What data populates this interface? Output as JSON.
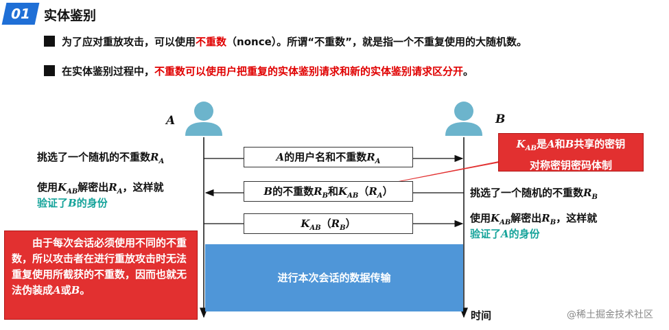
{
  "header": {
    "number": "01",
    "title": "实体鉴别"
  },
  "bullets": [
    {
      "pre": "为了应对重放攻击，可以使用",
      "red": "不重数",
      "post": "（nonce）。所谓“不重数”，就是指一个不重复使用的大随机数。"
    },
    {
      "pre": "在实体鉴别过程中，",
      "red": "不重数可以使用户把重复的实体鉴别请求和新的实体鉴别请求区分开",
      "post": "。"
    }
  ],
  "parties": {
    "a": "A",
    "b": "B"
  },
  "left_notes": {
    "note1_pre": "挑选了一个随机的不重数",
    "note1_var": "R",
    "note1_sub": "A",
    "note2_pre": "使用",
    "note2_key": "K",
    "note2_key_sub": "AB",
    "note2_mid": "解密出",
    "note2_var": "R",
    "note2_var_sub": "A",
    "note2_post": "，这样就",
    "note2_teal_pre": "验证了",
    "note2_teal_var": "B",
    "note2_teal_post": "的身份"
  },
  "right_notes": {
    "note1_pre": "挑选了一个随机的不重数",
    "note1_var": "R",
    "note1_sub": "B",
    "note2_pre": "使用",
    "note2_key": "K",
    "note2_key_sub": "AB",
    "note2_mid": "解密出",
    "note2_var": "R",
    "note2_var_sub": "B",
    "note2_post": "，这样就",
    "note2_teal_pre": "验证了",
    "note2_teal_var": "A",
    "note2_teal_post": "的身份"
  },
  "messages": {
    "m1_var": "A",
    "m1_mid": "的用户名和不重数",
    "m1_r": "R",
    "m1_r_sub": "A",
    "m2_var": "B",
    "m2_mid": "的不重数",
    "m2_r": "R",
    "m2_r_sub": "B",
    "m2_and": "和",
    "m2_k": "K",
    "m2_k_sub": "AB",
    "m2_open": "（",
    "m2_r2": "R",
    "m2_r2_sub": "A",
    "m2_close": "）",
    "m3_k": "K",
    "m3_k_sub": "AB",
    "m3_open": "（",
    "m3_r": "R",
    "m3_r_sub": "B",
    "m3_close": "）"
  },
  "callout": {
    "k": "K",
    "k_sub": "AB",
    "is": "是",
    "a": "A",
    "and": "和",
    "b": "B",
    "shared": "共享的密钥",
    "line2": "对称密钥密码体制"
  },
  "red_box": {
    "text_pre": "由于每次会话必须使用不同的不重数，所以攻击者在进行重放攻击时无法重复使用所截获的不重数，因而也就无法伪装成",
    "a": "A",
    "or": "或",
    "b": "B",
    "end": "。"
  },
  "data_transfer": "进行本次会话的数据传输",
  "time_label": "时间",
  "watermark": "@稀土掘金技术社区",
  "colors": {
    "accent_blue": "#1f6fd6",
    "red": "#e00000",
    "teal": "#15a39a",
    "box_red": "#e23030",
    "transfer_blue": "#4f96d8",
    "person": "#6cb4cc"
  }
}
